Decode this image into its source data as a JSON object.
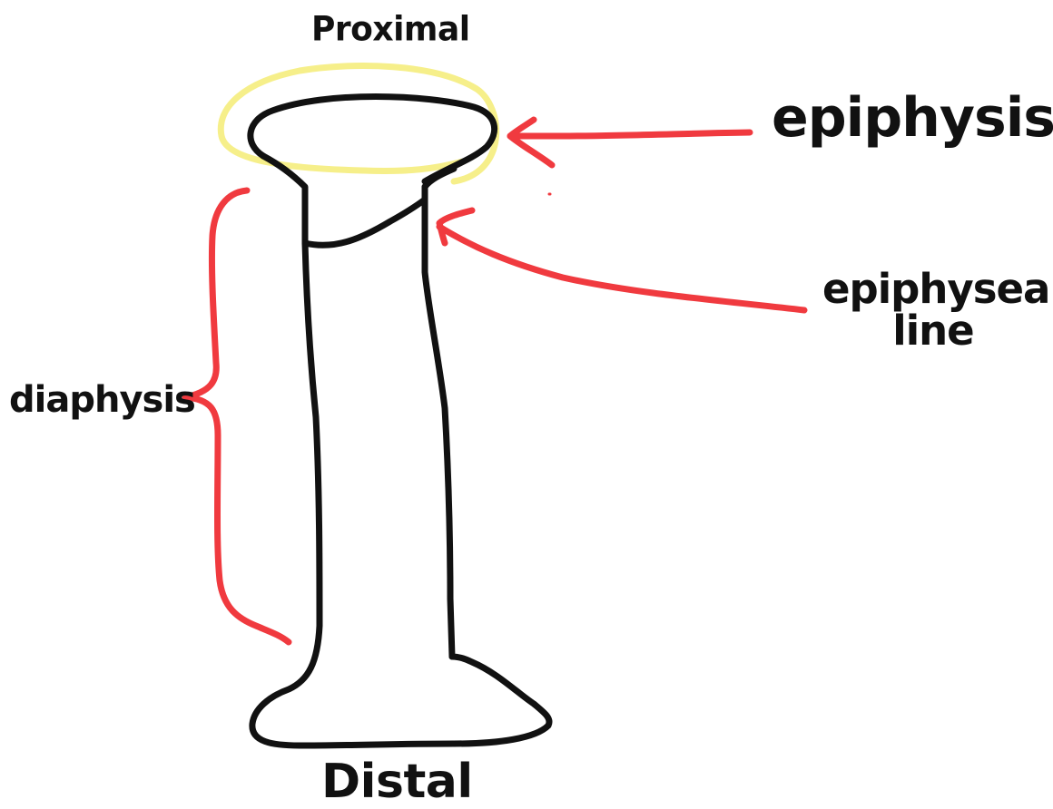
{
  "labels": {
    "proximal": "Proximal",
    "epiphysis": "epiphysis",
    "epiphyseal_line_1": "epiphyseal",
    "epiphyseal_line_2": "line",
    "diaphysis": "diaphysis",
    "distal": "Distal"
  },
  "colors": {
    "outline": "#111111",
    "annotation": "#f03a3f",
    "highlight": "#f6ef8a",
    "background": "#ffffff"
  }
}
